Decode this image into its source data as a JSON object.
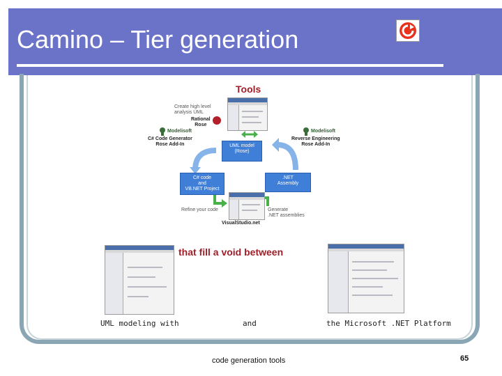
{
  "header": {
    "title": "Camino  – Tier generation",
    "logo_icon": "refresh-icon",
    "background": "#6b73c8",
    "logo_color": "#e8321e"
  },
  "diagram": {
    "title": "Tools",
    "top_note": "Create high level\nanalysis UML",
    "rational_rose": "Rational\nRose",
    "left_vendor": "Modelisoft",
    "left_product": "C# Code Generator\nRose Add-In",
    "right_vendor": "Modelisoft",
    "right_product": "Reverse Engineering\nRose Add-In",
    "center_box": "UML model\n(Rose)",
    "left_box": "C# code\nand\nVB.NET Project",
    "right_box": ".NET\nAssembly",
    "bottom_left_note": "Refine your code",
    "bottom_right_note": "Generate\n.NET assemblies",
    "visual_studio": "VisualStudio.net",
    "box_color": "#3f7fd8",
    "arrow_color": "#86b4e8",
    "green_arrow": "#49b04a"
  },
  "middle": {
    "void_text": "that fill a void between"
  },
  "bottom": {
    "left_label": "UML modeling with",
    "middle_label": "and",
    "right_label": "the Microsoft .NET Platform"
  },
  "footer": {
    "text": "code generation tools",
    "page_number": "65"
  }
}
